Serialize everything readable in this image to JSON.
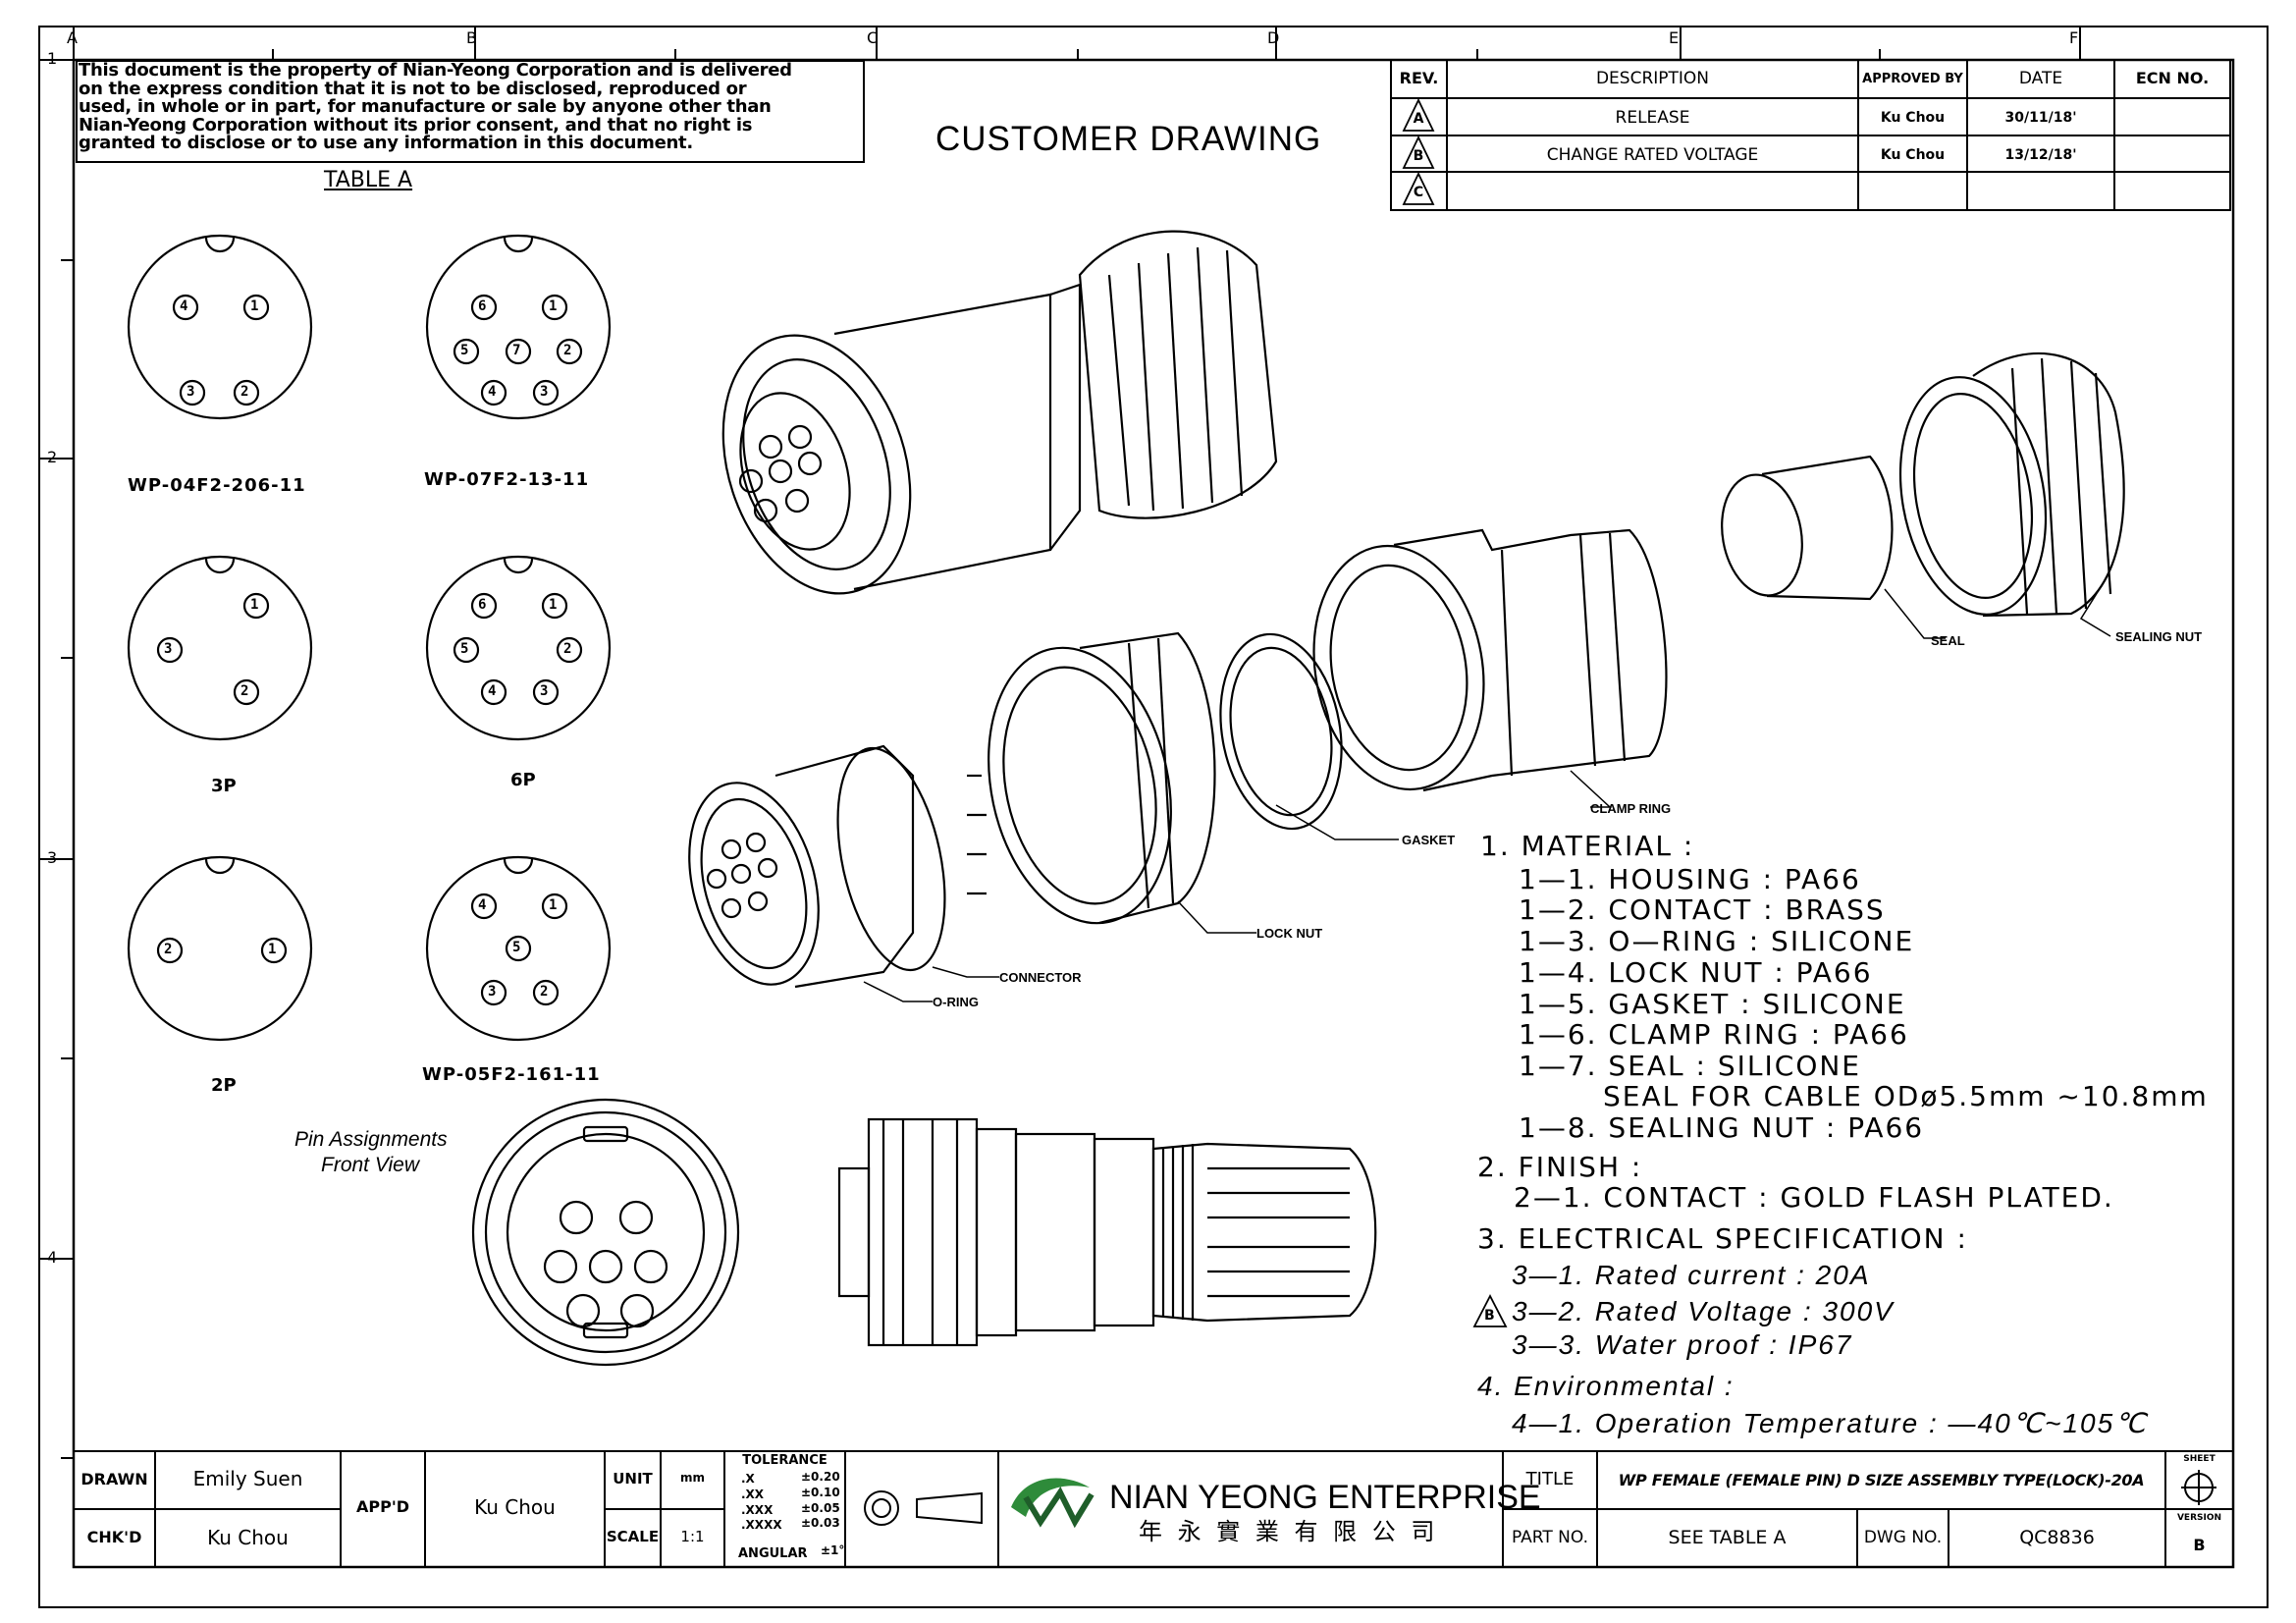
{
  "notice": [
    "This document is the property of Nian-Yeong Corporation and is delivered",
    "on  the   express condition that it is not to be disclosed, reproduced or",
    "used, in whole or in part, for manufacture or sale by anyone other than",
    "Nian-Yeong Corporation without  its prior consent, and that  no right  is",
    "granted to disclose or to use any information in this  document."
  ],
  "header_title": "CUSTOMER  DRAWING",
  "grid": {
    "cols": [
      "A",
      "B",
      "C",
      "D",
      "E",
      "F"
    ],
    "rows": [
      "1",
      "2",
      "3",
      "4"
    ]
  },
  "revision_table": {
    "headers": [
      "REV.",
      "DESCRIPTION",
      "APPROVED BY",
      "DATE",
      "ECN NO."
    ],
    "rows": [
      {
        "rev": "A",
        "desc": "RELEASE",
        "by": "Ku Chou",
        "date": "30/11/18'",
        "ecn": ""
      },
      {
        "rev": "B",
        "desc": "CHANGE RATED VOLTAGE",
        "by": "Ku Chou",
        "date": "13/12/18'",
        "ecn": ""
      },
      {
        "rev": "C",
        "desc": "",
        "by": "",
        "date": "",
        "ecn": ""
      }
    ]
  },
  "table_a": {
    "title": "TABLE A",
    "items": [
      {
        "label": "WP-04F2-206-11",
        "pins": [
          "4",
          "1",
          "3",
          "2"
        ]
      },
      {
        "label": "WP-07F2-13-11",
        "pins": [
          "6",
          "1",
          "5",
          "7",
          "2",
          "4",
          "3"
        ]
      },
      {
        "label": "3P",
        "pins": [
          "1",
          "3",
          "2"
        ]
      },
      {
        "label": "6P",
        "pins": [
          "6",
          "1",
          "5",
          "2",
          "4",
          "3"
        ]
      },
      {
        "label": "2P",
        "pins": [
          "2",
          "1"
        ]
      },
      {
        "label": "WP-05F2-161-11",
        "pins": [
          "4",
          "1",
          "5",
          "3",
          "2"
        ]
      }
    ]
  },
  "front_view_caption": [
    "Pin Assignments",
    "Front View"
  ],
  "part_labels": {
    "seal": "SEAL",
    "sealing_nut": "SEALING NUT",
    "clamp_ring": "CLAMP RING",
    "gasket": "GASKET",
    "lock_nut": "LOCK NUT",
    "connector": "CONNECTOR",
    "o_ring": "O-RING"
  },
  "spec_lines": [
    "1.  MATERIAL  :",
    "1—1.  HOUSING  :  PA66",
    "1—2.  CONTACT  :  BRASS",
    "1—3.  O—RING  :  SILICONE",
    "1—4.  LOCK  NUT  :  PA66",
    "1—5.  GASKET  :  SILICONE",
    "1—6.  CLAMP    RING  :  PA66",
    "1—7.  SEAL  :  SILICONE",
    "SEAL  FOR  CABLE  ODø5.5mm  ~10.8mm",
    "1—8.  SEALING  NUT  :  PA66",
    "2.  FINISH  :",
    "2—1.  CONTACT  :  GOLD  FLASH  PLATED.",
    "3.  ELECTRICAL  SPECIFICATION  :",
    "3—1.  Rated  current  :  20A",
    "3—2.  Rated  Voltage  :  300V",
    "3—3.  Water  proof  :  IP67",
    "4.  Environmental  :",
    "4—1.  Operation  Temperature  :  —40℃~105℃"
  ],
  "spec_rev_marker": "B",
  "title_block": {
    "drawn_label": "DRAWN",
    "drawn": "Emily Suen",
    "chkd_label": "CHK'D",
    "chkd": "Ku Chou",
    "appd_label": "APP'D",
    "appd": "Ku Chou",
    "unit_label": "UNIT",
    "unit": "mm",
    "scale_label": "SCALE",
    "scale": "1:1",
    "tolerance_title": "TOLERANCE",
    "tolerances": [
      {
        "k": ".X",
        "v": "±0.20"
      },
      {
        "k": ".XX",
        "v": "±0.10"
      },
      {
        "k": ".XXX",
        "v": "±0.05"
      },
      {
        "k": ".XXXX",
        "v": "±0.03"
      },
      {
        "k": "ANGULAR",
        "v": "±1°"
      }
    ],
    "company_en": "NIAN YEONG ENTERPRISE",
    "company_zh": "年 永 實 業 有 限 公 司",
    "title_label": "TITLE",
    "title": "WP FEMALE (FEMALE PIN) D SIZE ASSEMBLY TYPE(LOCK)-20A",
    "part_label": "PART NO.",
    "part": "SEE TABLE A",
    "dwg_label": "DWG NO.",
    "dwg": "QC8836",
    "sheet_label": "SHEET",
    "version_label": "VERSION",
    "version": "B"
  },
  "colors": {
    "ink": "#000000",
    "logo_green": "#2e8b3a",
    "logo_dark": "#1f5e2a"
  }
}
